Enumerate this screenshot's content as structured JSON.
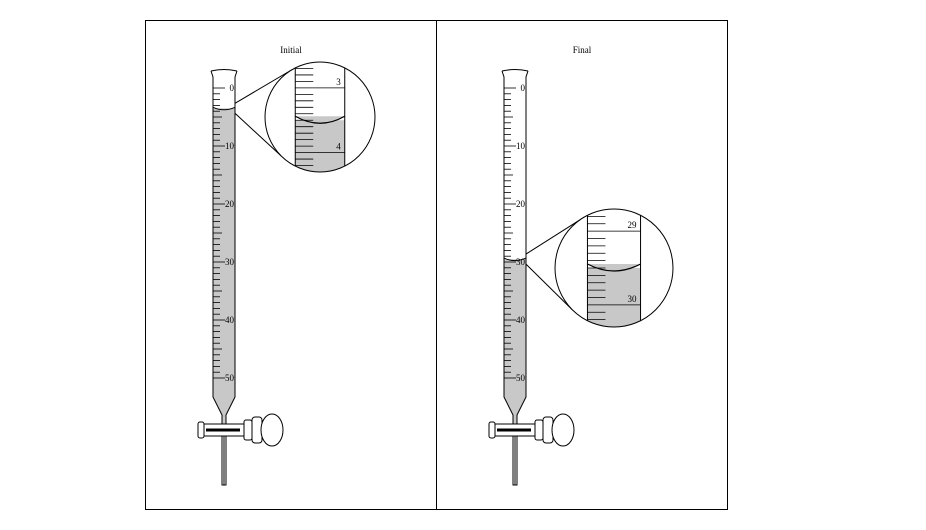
{
  "panels": [
    {
      "title": "Initial",
      "scale_labels": [
        "0",
        "10",
        "20",
        "30",
        "40",
        "50"
      ],
      "liquid_level_ml": 3.5,
      "magnifier": {
        "upper_label": "3",
        "lower_label": "4",
        "range_ml": [
          2.6,
          4.3
        ]
      }
    },
    {
      "title": "Final",
      "scale_labels": [
        "0",
        "10",
        "20",
        "30",
        "40",
        "50"
      ],
      "liquid_level_ml": 29.5,
      "magnifier": {
        "upper_label": "29",
        "lower_label": "30",
        "range_ml": [
          28.7,
          30.3
        ]
      }
    }
  ],
  "colors": {
    "liquid": "#c8c8c8",
    "outline": "#000000",
    "background": "#ffffff"
  }
}
